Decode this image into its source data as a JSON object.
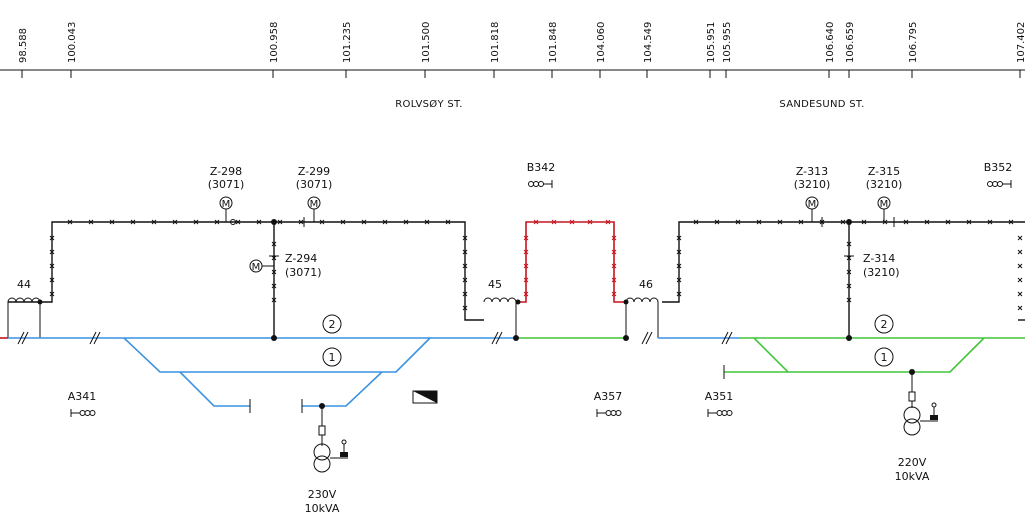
{
  "kilometer_marks": [
    "98.588",
    "100.043",
    "100.958",
    "101.235",
    "101.500",
    "101.818",
    "101.848",
    "104.060",
    "104.549",
    "105.951",
    "105.955",
    "106.640",
    "106.659",
    "106.795",
    "107.402"
  ],
  "stations": {
    "rolvsoy": "ROLVSØY ST.",
    "sandesund": "SANDESUND ST."
  },
  "switches": {
    "z298": {
      "id": "Z-298",
      "ref": "(3071)"
    },
    "z299": {
      "id": "Z-299",
      "ref": "(3071)"
    },
    "z294": {
      "id": "Z-294",
      "ref": "(3071)"
    },
    "z313": {
      "id": "Z-313",
      "ref": "(3210)"
    },
    "z315": {
      "id": "Z-315",
      "ref": "(3210)"
    },
    "z314": {
      "id": "Z-314",
      "ref": "(3210)"
    },
    "motor_symbol": "M"
  },
  "sections": {
    "s44": "44",
    "s45": "45",
    "s46": "46"
  },
  "signals": {
    "b342": "B342",
    "b352": "B352",
    "a341": "A341",
    "a357": "A357",
    "a351": "A351"
  },
  "tracks": {
    "t2_left": "2",
    "t1_left": "1",
    "t2_right": "2",
    "t1_right": "1"
  },
  "transformers": {
    "left": {
      "voltage": "230V",
      "power": "10kVA"
    },
    "right": {
      "voltage": "220V",
      "power": "10kVA"
    }
  },
  "colors": {
    "track_blue": "#3a92e0",
    "track_green": "#43c43a",
    "feeder_red": "#c8141e",
    "wire_black": "#111111"
  }
}
